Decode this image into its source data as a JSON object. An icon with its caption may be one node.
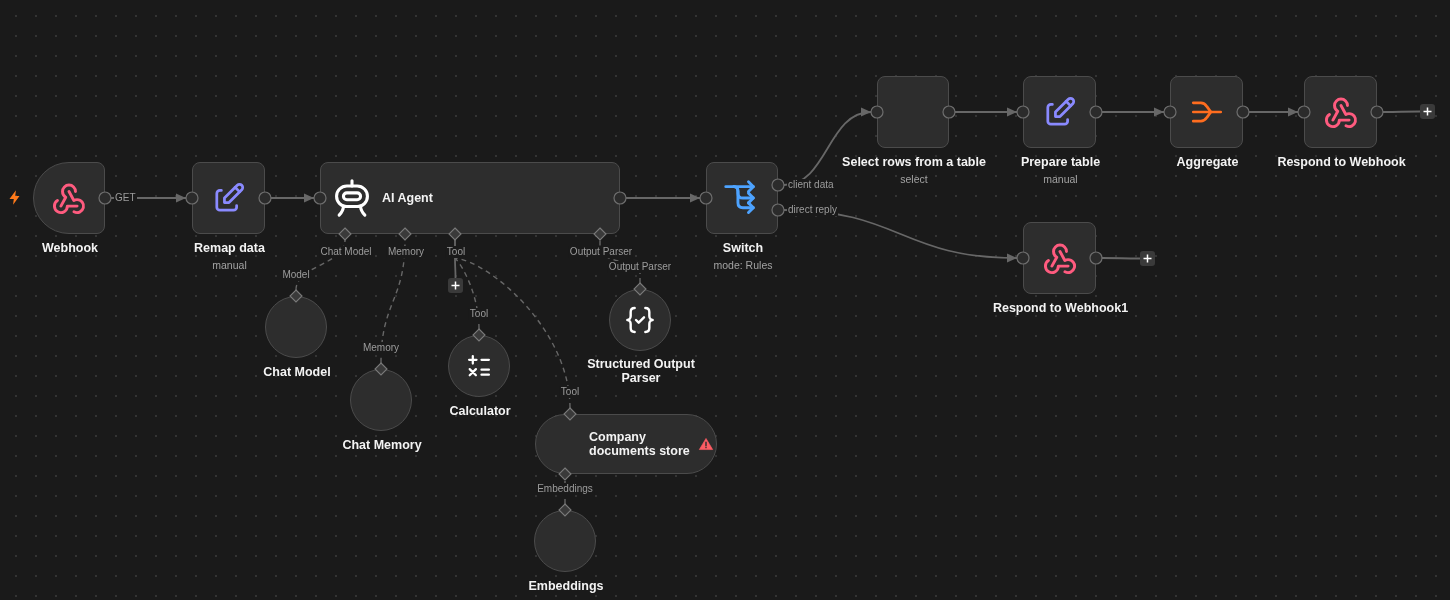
{
  "diagram": {
    "nodes": [
      {
        "text": [
          "Webhook"
        ]
      },
      {
        "text": [
          "Remap data",
          "manual"
        ]
      },
      {
        "text": [
          "AI Agent"
        ],
        "beside": [
          "Chat Model",
          "Memory",
          "Tool",
          "Output Parser"
        ]
      },
      {
        "text": [
          "Switch",
          "mode: Rules"
        ]
      },
      {
        "text": [
          "Select rows from a table",
          "select"
        ]
      },
      {
        "text": [
          "Prepare table",
          "manual"
        ]
      },
      {
        "text": [
          "Aggregate"
        ]
      },
      {
        "text": [
          "Respond to Webhook"
        ]
      },
      {
        "text": [],
        "shape": "box"
      },
      {
        "text": [
          "Respond to Webhook1"
        ]
      },
      {
        "text": [],
        "shape": "box"
      },
      {
        "text": [
          "Structured Output Parser"
        ]
      },
      {
        "text": [
          "Chat Model"
        ]
      },
      {
        "text": [],
        "shape": "box"
      },
      {
        "text": [
          "Calculator"
        ]
      },
      {
        "text": [
          "Chat Memory"
        ]
      },
      {
        "text": [
          "Company documents store"
        ]
      },
      {
        "text": [
          "Embeddings"
        ]
      }
    ],
    "edges": [
      {
        "from": 0,
        "to": 1,
        "arrow": "to",
        "label": "GET"
      },
      {
        "from": 1,
        "to": 2,
        "arrow": "to"
      },
      {
        "from": 2,
        "to": 3,
        "arrow": "to"
      },
      {
        "from": 3,
        "to": 4,
        "arrow": "to",
        "label": "client data"
      },
      {
        "from": 4,
        "to": 5,
        "arrow": "to"
      },
      {
        "from": 5,
        "to": 6,
        "arrow": "to"
      },
      {
        "from": 6,
        "to": 7,
        "arrow": "to"
      },
      {
        "from": 7,
        "to": 8,
        "arrow": "none"
      },
      {
        "from": 3,
        "to": 9,
        "arrow": "to",
        "label": "direct reply"
      },
      {
        "from": 9,
        "to": 10,
        "arrow": "none"
      },
      {
        "from": 12,
        "to": 2,
        "arrow": "none",
        "label": "Model",
        "style": "dashed"
      },
      {
        "from": 15,
        "to": 2,
        "arrow": "none",
        "label": "Memory",
        "style": "dashed"
      },
      {
        "from": 14,
        "to": 2,
        "arrow": "none",
        "label": "Tool",
        "style": "dashed"
      },
      {
        "from": 16,
        "to": 2,
        "arrow": "none",
        "label": "Tool",
        "style": "dashed"
      },
      {
        "from": 11,
        "to": 2,
        "arrow": "none",
        "label": "Output Parser",
        "style": "dashed"
      },
      {
        "from": 2,
        "to": 13,
        "arrow": "none"
      },
      {
        "from": 17,
        "to": 16,
        "arrow": "none",
        "label": "Embeddings",
        "style": "dashed"
      }
    ]
  }
}
